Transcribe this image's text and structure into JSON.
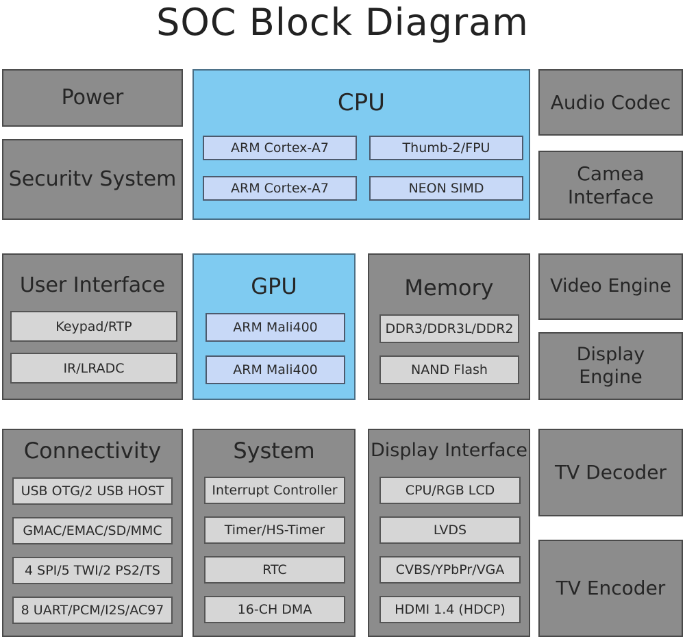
{
  "title": "SOC Block Diagram",
  "colors": {
    "gray_block": "#8c8c8c",
    "blue_block": "#7fcbf1",
    "gray_sub": "#d6d6d6",
    "blue_sub": "#c8d9f7"
  },
  "power": {
    "label": "Power"
  },
  "security": {
    "label": "Securitv System"
  },
  "cpu": {
    "label": "CPU",
    "items": [
      "ARM Cortex-A7",
      "Thumb-2/FPU",
      "ARM Cortex-A7",
      "NEON SIMD"
    ]
  },
  "audio": {
    "label": "Audio Codec"
  },
  "camera": {
    "label": "Camea\nInterface"
  },
  "user_interface": {
    "label": "User Interface",
    "items": [
      "Keypad/RTP",
      "IR/LRADC"
    ]
  },
  "gpu": {
    "label": "GPU",
    "items": [
      "ARM Mali400",
      "ARM Mali400"
    ]
  },
  "memory": {
    "label": "Memory",
    "items": [
      "DDR3/DDR3L/DDR2",
      "NAND Flash"
    ]
  },
  "video_engine": {
    "label": "Video Engine"
  },
  "display_engine": {
    "label": "Display Engine"
  },
  "connectivity": {
    "label": "Connectivity",
    "items": [
      "USB OTG/2 USB HOST",
      "GMAC/EMAC/SD/MMC",
      "4 SPI/5 TWI/2 PS2/TS",
      "8 UART/PCM/I2S/AC97"
    ]
  },
  "system": {
    "label": "System",
    "items": [
      "Interrupt Controller",
      "Timer/HS-Timer",
      "RTC",
      "16-CH DMA"
    ]
  },
  "display_interface": {
    "label": "Display Interface",
    "items": [
      "CPU/RGB LCD",
      "LVDS",
      "CVBS/YPbPr/VGA",
      "HDMI 1.4 (HDCP)"
    ]
  },
  "tv_decoder": {
    "label": "TV Decoder"
  },
  "tv_encoder": {
    "label": "TV Encoder"
  }
}
